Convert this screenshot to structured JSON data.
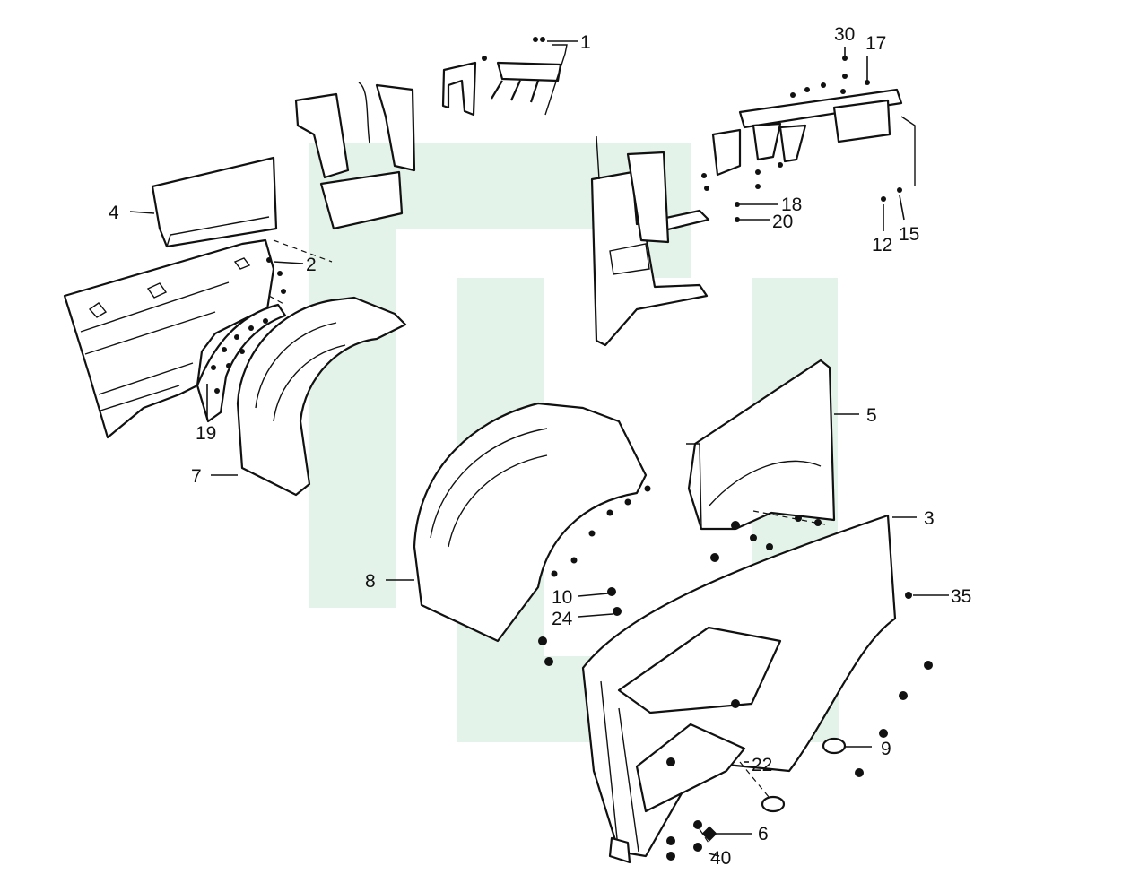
{
  "colors": {
    "watermark": "#e4f3ea",
    "ink": "#111111",
    "background": "#ffffff"
  },
  "callouts": [
    {
      "id": "1",
      "text": "1"
    },
    {
      "id": "30",
      "text": "30"
    },
    {
      "id": "17",
      "text": "17"
    },
    {
      "id": "18",
      "text": "18"
    },
    {
      "id": "20",
      "text": "20"
    },
    {
      "id": "12",
      "text": "12"
    },
    {
      "id": "15",
      "text": "15"
    },
    {
      "id": "4",
      "text": "4"
    },
    {
      "id": "2",
      "text": "2"
    },
    {
      "id": "19",
      "text": "19"
    },
    {
      "id": "7",
      "text": "7"
    },
    {
      "id": "5",
      "text": "5"
    },
    {
      "id": "3",
      "text": "3"
    },
    {
      "id": "35",
      "text": "35"
    },
    {
      "id": "8",
      "text": "8"
    },
    {
      "id": "10",
      "text": "10"
    },
    {
      "id": "24",
      "text": "24"
    },
    {
      "id": "9",
      "text": "9"
    },
    {
      "id": "22",
      "text": "22"
    },
    {
      "id": "6",
      "text": "6"
    },
    {
      "id": "40",
      "text": "40"
    }
  ]
}
